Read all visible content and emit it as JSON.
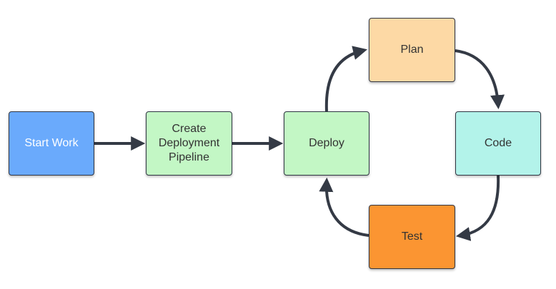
{
  "nodes": {
    "start_work": {
      "label": "Start Work",
      "color": "#6aaafc",
      "text_color": "#ffffff"
    },
    "create_pipeline": {
      "label": "Create\nDeployment\nPipeline",
      "color": "#c3f7c5",
      "text_color": "#333333"
    },
    "deploy": {
      "label": "Deploy",
      "color": "#c3f7c5",
      "text_color": "#333333"
    },
    "plan": {
      "label": "Plan",
      "color": "#fdd9a5",
      "text_color": "#333333"
    },
    "code": {
      "label": "Code",
      "color": "#b3f3ea",
      "text_color": "#333333"
    },
    "test": {
      "label": "Test",
      "color": "#fb9532",
      "text_color": "#333333"
    }
  },
  "edges": [
    {
      "from": "Start Work",
      "to": "Create Deployment Pipeline"
    },
    {
      "from": "Create Deployment Pipeline",
      "to": "Deploy"
    },
    {
      "from": "Deploy",
      "to": "Plan"
    },
    {
      "from": "Plan",
      "to": "Code"
    },
    {
      "from": "Code",
      "to": "Test"
    },
    {
      "from": "Test",
      "to": "Deploy"
    }
  ],
  "edge_color": "#343a45"
}
